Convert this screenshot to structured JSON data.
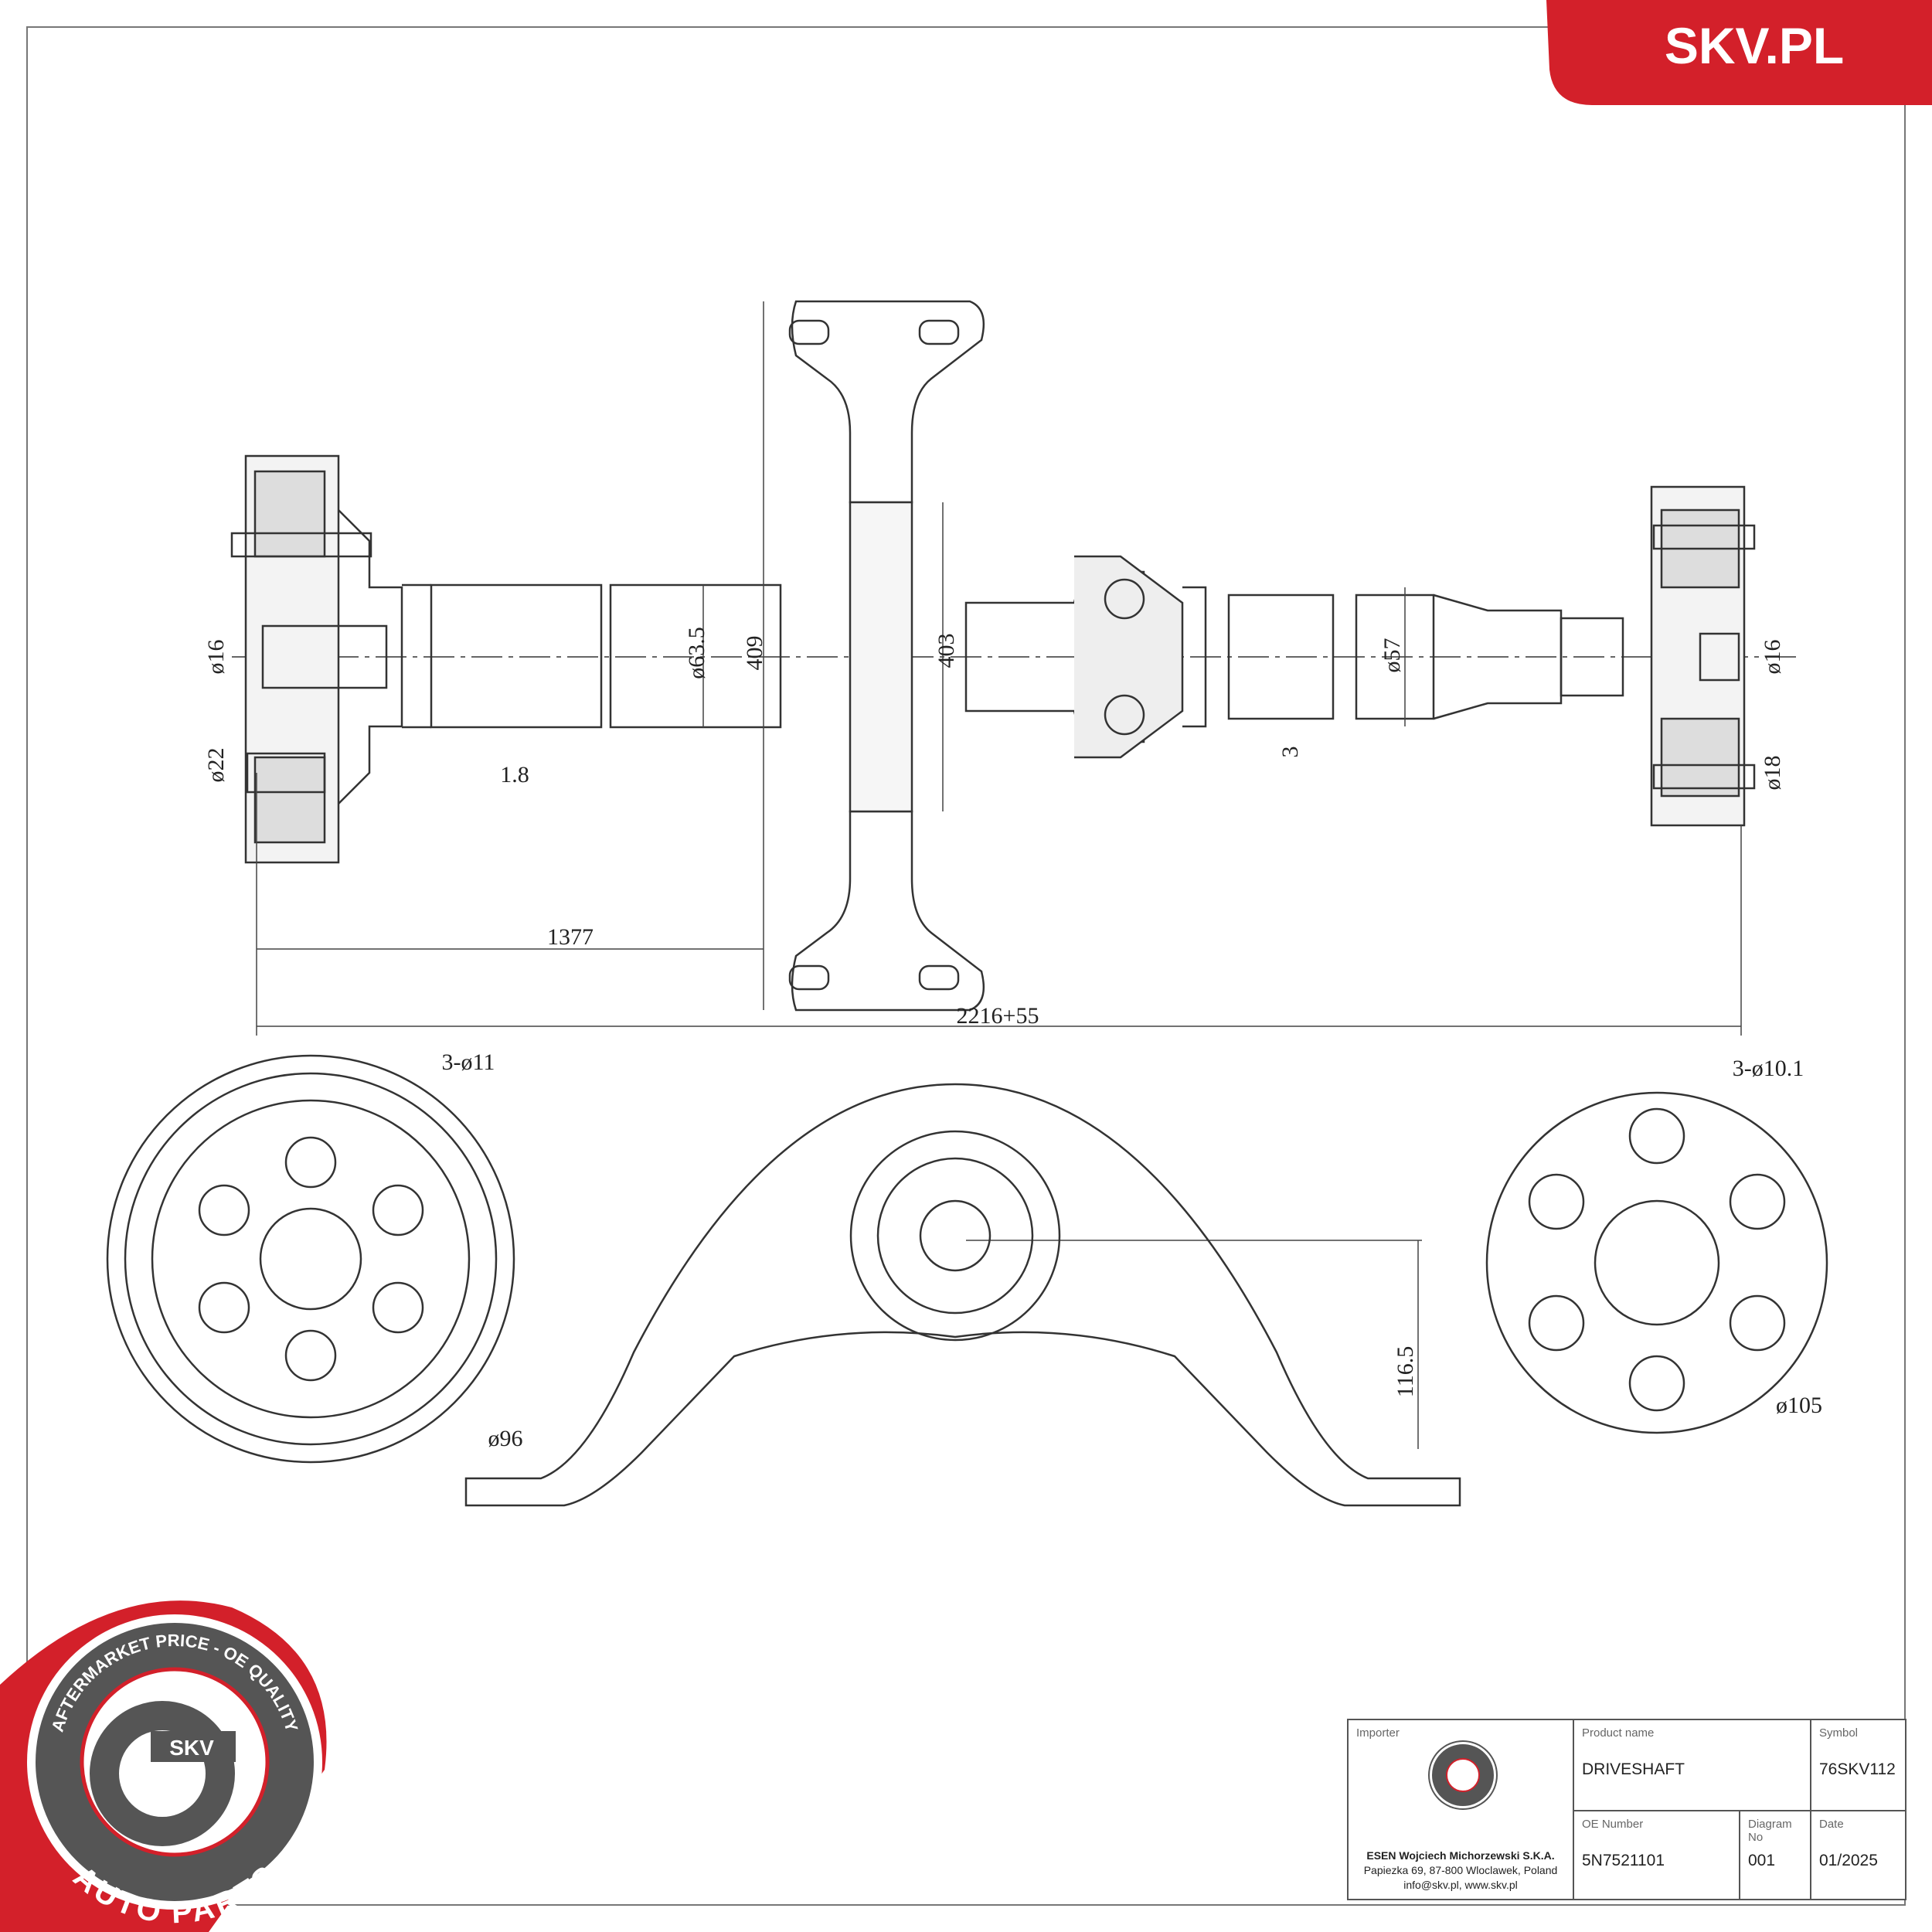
{
  "brand": {
    "banner_text": "SKV.PL",
    "accent": "#d3202a",
    "logo_text": {
      "top": "AFTERMARKET PRICE - OE QUALITY",
      "center": "SKV",
      "bottom": "AUTO PARTS"
    }
  },
  "dimensions": {
    "left_flange_bore": "ø16",
    "left_bolt": "ø22",
    "wall": "1.8",
    "tube_dia": "ø63.5",
    "bracket_height": "409",
    "bearing_height": "403",
    "rear_tube_dia": "ø57",
    "rear_wall": "3",
    "right_flange_bore": "ø16",
    "right_bolt": "ø18",
    "length_to_bearing": "1377",
    "total_length": "2216+55",
    "left_disc_holes": "3-ø11",
    "left_disc_dia": "ø96",
    "bracket_bearing_height": "116.5",
    "right_disc_holes": "3-ø10.1",
    "right_disc_dia": "ø105"
  },
  "title_block": {
    "importer_label": "Importer",
    "importer_name": "ESEN Wojciech Michorzewski S.K.A.",
    "importer_address": "Papiezka 69, 87-800 Wloclawek, Poland",
    "importer_contact": "info@skv.pl, www.skv.pl",
    "product_name_label": "Product name",
    "product_name": "DRIVESHAFT",
    "symbol_label": "Symbol",
    "symbol": "76SKV112",
    "oe_number_label": "OE Number",
    "oe_number": "5N7521101",
    "diagram_no_label": "Diagram No",
    "diagram_no": "001",
    "date_label": "Date",
    "date": "01/2025"
  }
}
